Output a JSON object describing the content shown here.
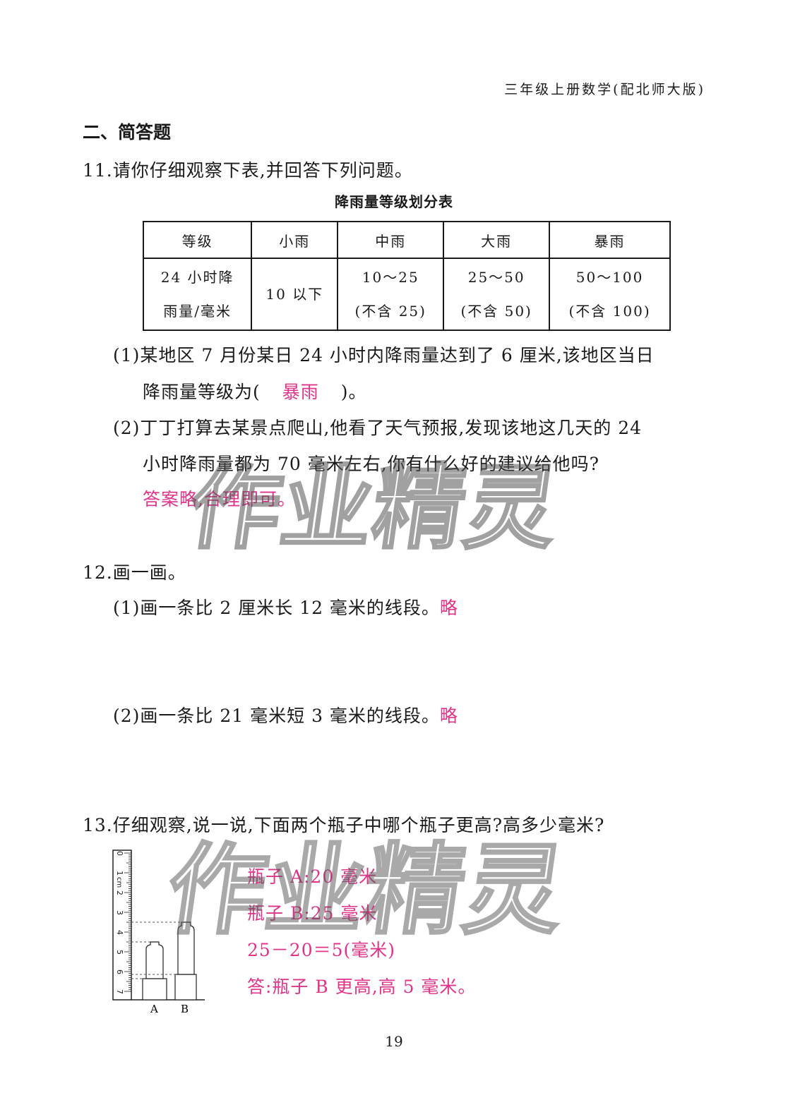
{
  "header": "三年级上册数学(配北师大版)",
  "section_title": "二、简答题",
  "q11": {
    "stem": "11.请你仔细观察下表,并回答下列问题。",
    "table_title": "降雨量等级划分表",
    "table": {
      "headers": [
        "等级",
        "小雨",
        "中雨",
        "大雨",
        "暴雨"
      ],
      "row_label_line1": "24 小时降",
      "row_label_line2": "雨量/毫米",
      "small": "10 以下",
      "medium_line1": "10～25",
      "medium_line2": "(不含 25)",
      "large_line1": "25～50",
      "large_line2": "(不含 50)",
      "storm_line1": "50～100",
      "storm_line2": "(不含 100)"
    },
    "p1_line1": "(1)某地区 7 月份某日 24 小时内降雨量达到了 6 厘米,该地区当日",
    "p1_prefix": "降雨量等级为(",
    "p1_answer": "暴雨",
    "p1_suffix": ")。",
    "p2_line1": "(2)丁丁打算去某景点爬山,他看了天气预报,发现该地这几天的 24",
    "p2_line2": "小时降雨量都为 70 毫米左右,你有什么好的建议给他吗?",
    "p2_answer": "答案略,合理即可。"
  },
  "q12": {
    "stem": "12.画一画。",
    "p1": "(1)画一条比 2 厘米长 12 毫米的线段。",
    "p1_answer": "略",
    "p2": "(2)画一条比 21 毫米短 3 毫米的线段。",
    "p2_answer": "略"
  },
  "q13": {
    "stem": "13.仔细观察,说一说,下面两个瓶子中哪个瓶子更高?高多少毫米?",
    "ruler_unit": "cm",
    "ruler_labels": [
      "0",
      "1",
      "2",
      "3",
      "4",
      "5",
      "6",
      "7"
    ],
    "bottle_a_label": "A",
    "bottle_b_label": "B",
    "answer_lines": [
      "瓶子 A:20 毫米",
      "瓶子 B:25 毫米",
      "25－20＝5(毫米)",
      "答:瓶子 B 更高,高 5 毫米。"
    ]
  },
  "watermark": "作业精灵",
  "page_number": "19",
  "colors": {
    "answer": "#e0338a",
    "text": "#1a1a1a"
  }
}
